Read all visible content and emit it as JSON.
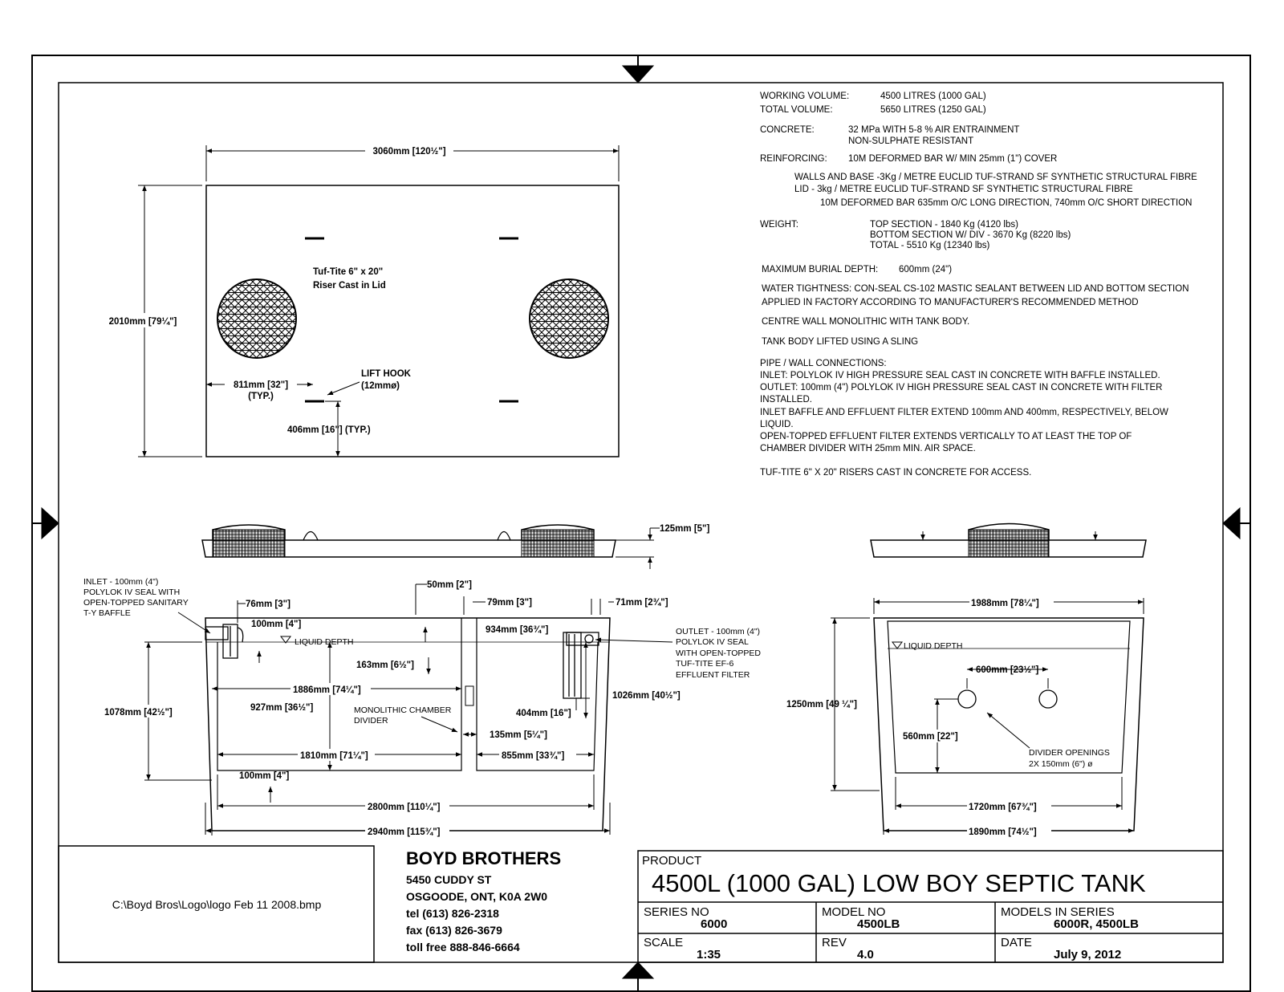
{
  "specs": {
    "working_volume_label": "WORKING VOLUME:",
    "working_volume_value": "4500 LITRES (1000 GAL)",
    "total_volume_label": "TOTAL VOLUME:",
    "total_volume_value": "5650 LITRES (1250 GAL)",
    "concrete_label": "CONCRETE:",
    "concrete_line1": "32 MPa WITH 5-8 % AIR ENTRAINMENT",
    "concrete_line2": "NON-SULPHATE RESISTANT",
    "reinforcing_label": "REINFORCING:",
    "reinforcing_value": "10M DEFORMED BAR W/ MIN 25mm (1\") COVER",
    "walls_line": "WALLS AND BASE -3Kg / METRE EUCLID TUF-STRAND SF SYNTHETIC STRUCTURAL FIBRE",
    "lid_line": "LID - 3kg / METRE EUCLID TUF-STRAND SF SYNTHETIC STRUCTURAL FIBRE",
    "bar_line": "10M DEFORMED BAR 635mm O/C LONG DIRECTION, 740mm  O/C SHORT DIRECTION",
    "weight_label": "WEIGHT:",
    "weight_top": "TOP SECTION - 1840 Kg (4120 lbs)",
    "weight_bottom": "BOTTOM SECTION W/ DIV - 3670 Kg (8220 lbs)",
    "weight_total": "TOTAL - 5510 Kg (12340 lbs)",
    "burial_label": "MAXIMUM BURIAL DEPTH:",
    "burial_value": "600mm (24\")",
    "water_line1": "WATER TIGHTNESS:   CON-SEAL CS-102 MASTIC SEALANT BETWEEN LID AND BOTTOM SECTION",
    "water_line2": "APPLIED IN FACTORY ACCORDING TO MANUFACTURER'S RECOMMENDED METHOD",
    "centre_wall": "CENTRE WALL MONOLITHIC WITH TANK BODY.",
    "sling": "TANK BODY LIFTED USING A SLING",
    "pipe_heading": "PIPE / WALL CONNECTIONS:",
    "pipe_line1": "INLET: POLYLOK IV HIGH PRESSURE SEAL CAST IN CONCRETE WITH BAFFLE INSTALLED.",
    "pipe_line2": "OUTLET: 100mm (4\") POLYLOK IV HIGH PRESSURE SEAL CAST IN CONCRETE WITH FILTER",
    "pipe_line3": "INSTALLED.",
    "pipe_line4": "INLET BAFFLE AND EFFLUENT FILTER EXTEND 100mm AND 400mm, RESPECTIVELY, BELOW",
    "pipe_line5": "LIQUID.",
    "pipe_line6": "OPEN-TOPPED EFFLUENT FILTER EXTENDS VERTICALLY TO AT LEAST THE TOP OF",
    "pipe_line7": "CHAMBER DIVIDER WITH 25mm MIN. AIR SPACE.",
    "risers": "TUF-TITE 6\" X 20\" RISERS CAST IN CONCRETE FOR ACCESS."
  },
  "plan_view": {
    "length_dim": "3060mm [120½\"]",
    "width_dim": "2010mm [79¼\"]",
    "riser_note_1": "Tuf-Tite 6\" x 20\"",
    "riser_note_2": "Riser Cast in Lid",
    "lift_hook_1": "LIFT HOOK",
    "lift_hook_2": "(12mmø)",
    "hook_x_dim": "811mm [32\"]",
    "hook_x_typ": "(TYP.)",
    "hook_y_dim": "406mm [16\"] (TYP.)"
  },
  "lid_profile": {
    "lid_thickness": "125mm [5\"]"
  },
  "section_view": {
    "inlet_note_1": "INLET - 100mm (4\")",
    "inlet_note_2": "POLYLOK IV SEAL WITH",
    "inlet_note_3": "OPEN-TOPPED SANITARY",
    "inlet_note_4": "T-Y BAFFLE",
    "dim_76": "76mm [3\"]",
    "dim_50": "50mm [2\"]",
    "dim_79": "79mm [3\"]",
    "dim_71": "71mm [2¾\"]",
    "dim_100_top": "100mm [4\"]",
    "liquid_depth": "LIQUID DEPTH",
    "dim_934": "934mm [36¾\"]",
    "outlet_note_1": "OUTLET - 100mm (4\")",
    "outlet_note_2": "POLYLOK IV SEAL",
    "outlet_note_3": "WITH OPEN-TOPPED",
    "outlet_note_4": "TUF-TITE EF-6",
    "outlet_note_5": "EFFLUENT FILTER",
    "dim_163": "163mm [6½\"]",
    "dim_1886": "1886mm [74¼\"]",
    "dim_1078": "1078mm [42½\"]",
    "dim_927": "927mm [36½\"]",
    "divider_note_1": "MONOLITHIC CHAMBER",
    "divider_note_2": "DIVIDER",
    "dim_404": "404mm [16\"]",
    "dim_1026": "1026mm [40½\"]",
    "dim_135": "135mm [5¼\"]",
    "dim_1810": "1810mm [71¼\"]",
    "dim_855": "855mm [33¾\"]",
    "dim_100_bottom": "100mm [4\"]",
    "dim_2800": "2800mm [110¼\"]",
    "dim_2940": "2940mm [115¾\"]"
  },
  "end_view": {
    "dim_1988": "1988mm [78¼\"]",
    "liquid_depth": "LIQUID DEPTH",
    "dim_600": "600mm [23½\"]",
    "dim_1250": "1250mm [49 ¼\"]",
    "dim_560": "560mm [22\"]",
    "openings_1": "DIVIDER OPENINGS",
    "openings_2": "2X 150mm (6\") ø",
    "dim_1720": "1720mm [67¾\"]",
    "dim_1890": "1890mm [74½\"]"
  },
  "title_block": {
    "logo_path": "C:\\Boyd Bros\\Logo\\logo Feb 11 2008.bmp",
    "company": "BOYD BROTHERS",
    "address_1": "5450 CUDDY ST",
    "address_2": "OSGOODE, ONT, K0A 2W0",
    "tel": "tel (613) 826-2318",
    "fax": "fax (613) 826-3679",
    "tollfree": "toll free 888-846-6664",
    "product_label": "PRODUCT",
    "product_title": "4500L (1000 GAL) LOW BOY SEPTIC TANK",
    "series_label": "SERIES NO",
    "series_value": "6000",
    "model_label": "MODEL NO",
    "model_value": "4500LB",
    "models_label": "MODELS IN SERIES",
    "models_value": "6000R, 4500LB",
    "scale_label": "SCALE",
    "scale_value": "1:35",
    "rev_label": "REV",
    "rev_value": "4.0",
    "date_label": "DATE",
    "date_value": "July 9, 2012"
  }
}
